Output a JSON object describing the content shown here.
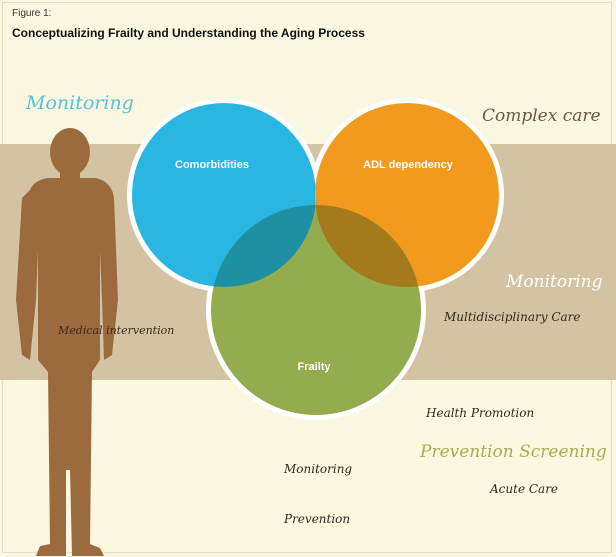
{
  "figure": {
    "label": "Figure 1:",
    "title": "Conceptualizing Frailty and Understanding the Aging Process"
  },
  "circles": {
    "comorbidities": {
      "label": "Comorbidities",
      "color": "#29b6e2"
    },
    "adl_dependency": {
      "label": "ADL dependency",
      "color": "#f19a1e"
    },
    "frailty": {
      "label": "Frailty",
      "color": "#93ac4d"
    }
  },
  "colors": {
    "background": "#fbf7e0",
    "band": "#d4c3a2",
    "silhouette": "#9b6b3e",
    "overlap_comorb_adl": "#f4b34a",
    "overlap_comorb_frailty": "#1f8fa4",
    "overlap_adl_frailty": "#a47a1c",
    "overlap_center": "#8a5326"
  },
  "annotations": {
    "monitoring_top_left": "Monitoring",
    "complex_care": "Complex care",
    "monitoring_right": "Monitoring",
    "medical_intervention": "Medical intervention",
    "multidisciplinary_care": "Multidisciplinary Care",
    "health_promotion": "Health Promotion",
    "prevention_screening": "Prevention Screening",
    "monitoring_bottom": "Monitoring",
    "acute_care": "Acute Care",
    "prevention_bottom": "Prevention"
  }
}
